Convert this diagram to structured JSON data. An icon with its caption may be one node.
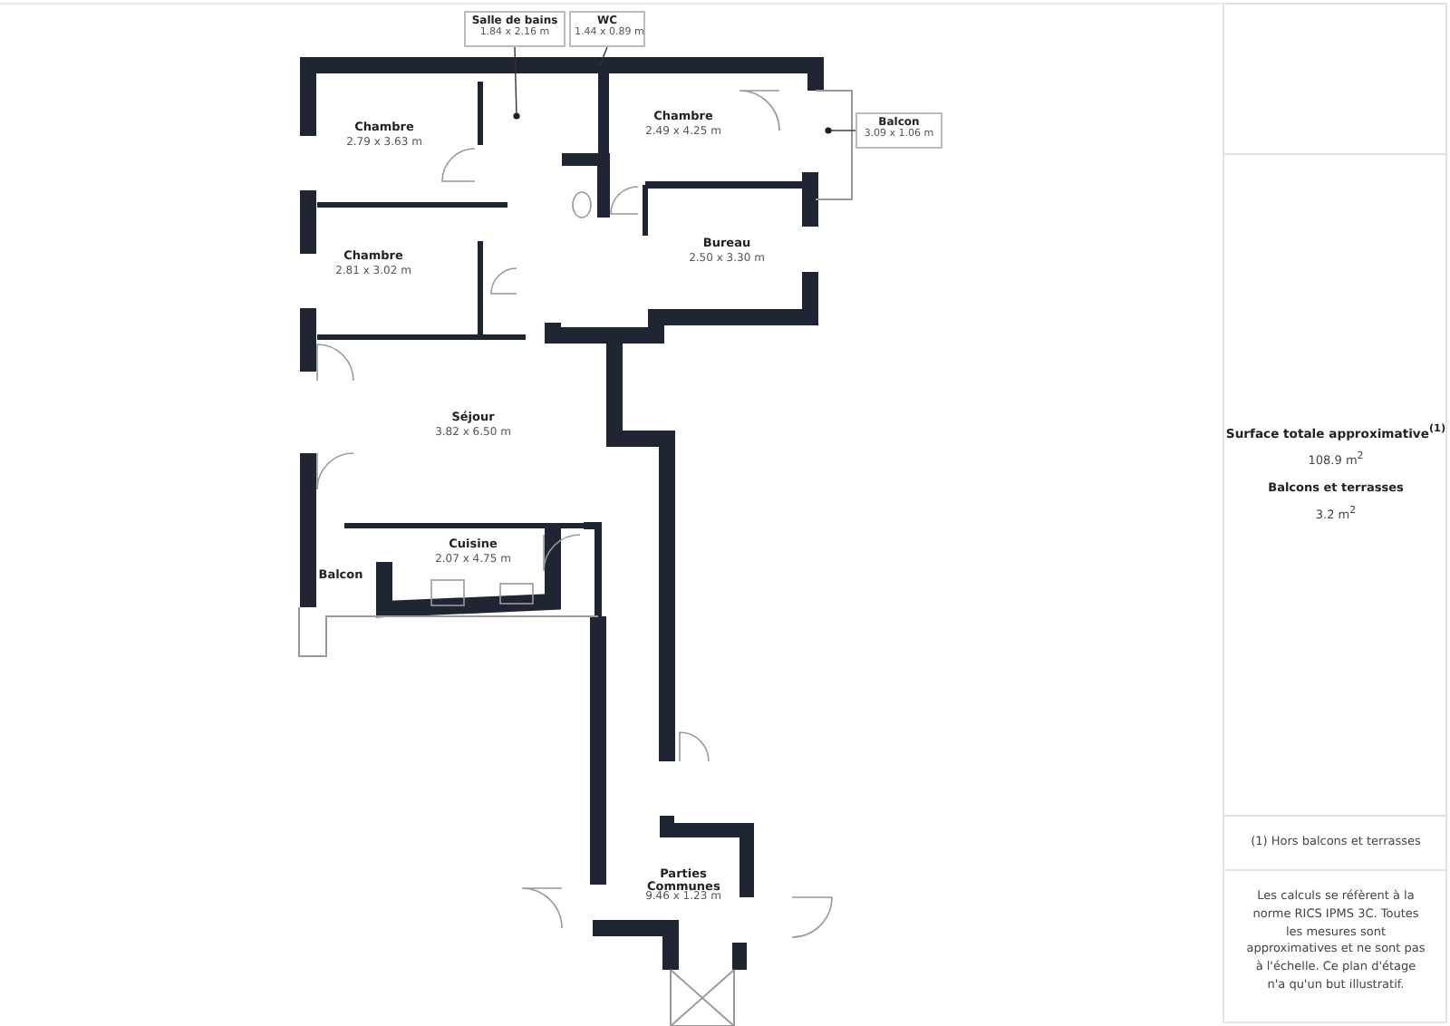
{
  "diagram": {
    "nodes": [
      {
        "text": [
          "Salle de bains",
          "1.84 x 2.16 m"
        ]
      },
      {
        "text": [
          "WC",
          "1.44 x 0.89 m"
        ]
      },
      {
        "text": [
          "Balcon",
          "3.09 x 1.06 m"
        ]
      }
    ],
    "edges": [
      {
        "from": 0,
        "to": null,
        "arrow": "other"
      },
      {
        "from": 1,
        "to": null,
        "arrow": "none"
      },
      {
        "from": 2,
        "to": null,
        "arrow": "other"
      }
    ],
    "labels": [
      "Chambre",
      "2.79 x 3.63 m",
      "Chambre",
      "2.49 x 4.25 m",
      "Chambre",
      "2.81 x 3.02 m",
      "Bureau",
      "2.50 x 3.30 m",
      "Séjour",
      "3.82 x 6.50 m",
      "Cuisine",
      "2.07 x 4.75 m",
      "Balcon",
      "Parties Communes",
      "9.46 x 1.23 m",
      "Surface totale approximative$^{(1)}$",
      "108.9 m$^{2}$",
      "Balcons et terrasses",
      "3.2 m$^{2}$",
      "(1) Hors balcons et terrasses",
      "Les calculs se réfèrent à la norme RICS IPMS 3C. Toutes les mesures sont approximatives et ne sont pas à l'échelle. Ce plan d'étage n'a qu'un but illustratif."
    ]
  }
}
